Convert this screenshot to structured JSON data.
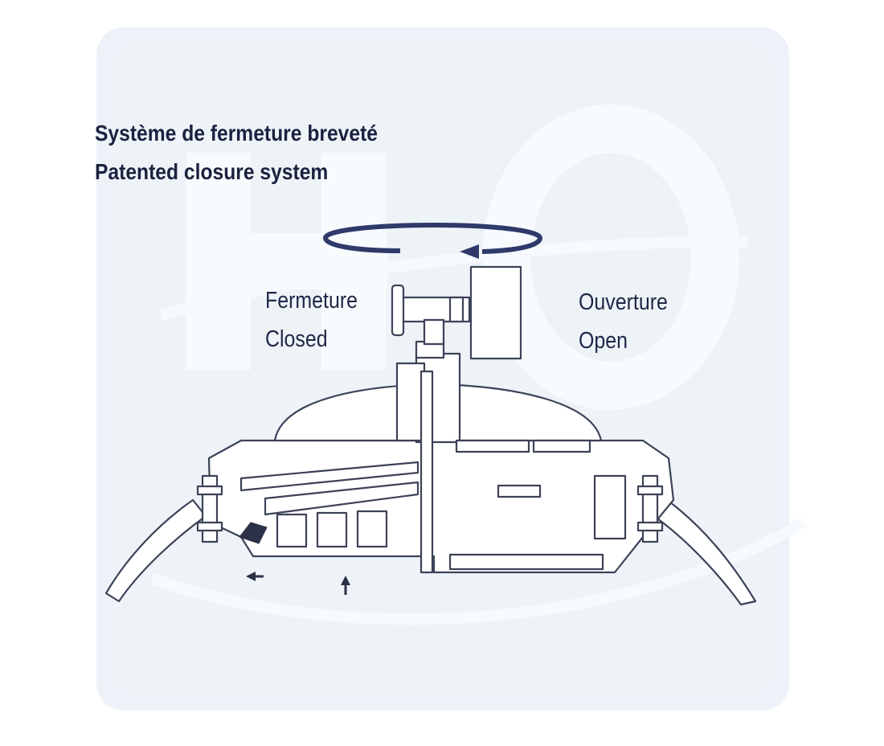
{
  "title": {
    "fr": "Système de fermeture breveté",
    "en": "Patented closure system"
  },
  "labels": {
    "closed": {
      "fr": "Fermeture",
      "en": "Closed"
    },
    "open": {
      "fr": "Ouverture",
      "en": "Open"
    }
  },
  "colors": {
    "ink": "#1f2747",
    "line": "#3c4257",
    "fill": "#ffffff",
    "background": "#edf2f8",
    "watermark": "#f7fafd"
  },
  "icons": [
    "rotation-arrow-icon",
    "left-arrow-icon",
    "up-arrow-icon"
  ]
}
